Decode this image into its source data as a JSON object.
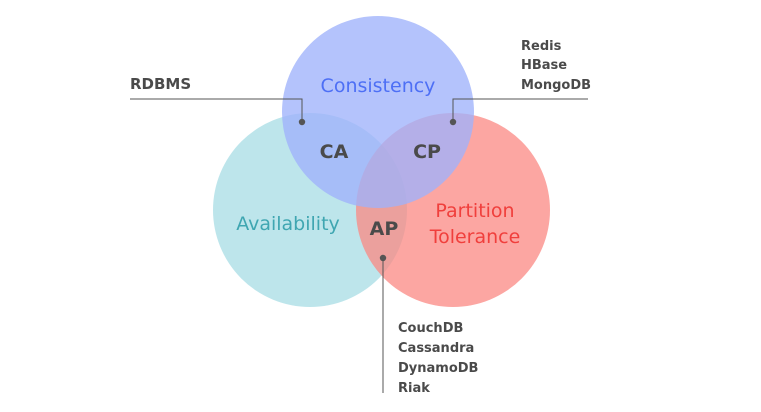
{
  "colors": {
    "consistency_fill": "#9fb2fb",
    "availability_fill": "#b2e1e7",
    "partition_fill": "#fb8883",
    "consistency_text": "#4d6ff5",
    "availability_text": "#3fa6b1",
    "partition_text": "#f03f3c",
    "intersection_text": "#4a4a4a",
    "callout_text": "#4a4a4a",
    "leader_line": "#555555"
  },
  "circles": {
    "consistency": "Consistency",
    "availability": "Availability",
    "partition_line1": "Partition",
    "partition_line2": "Tolerance"
  },
  "intersections": {
    "ca": "CA",
    "cp": "CP",
    "ap": "AP"
  },
  "callouts": {
    "ca": [
      "RDBMS"
    ],
    "cp": [
      "Redis",
      "HBase",
      "MongoDB"
    ],
    "ap": [
      "CouchDB",
      "Cassandra",
      "DynamoDB",
      "Riak"
    ]
  }
}
